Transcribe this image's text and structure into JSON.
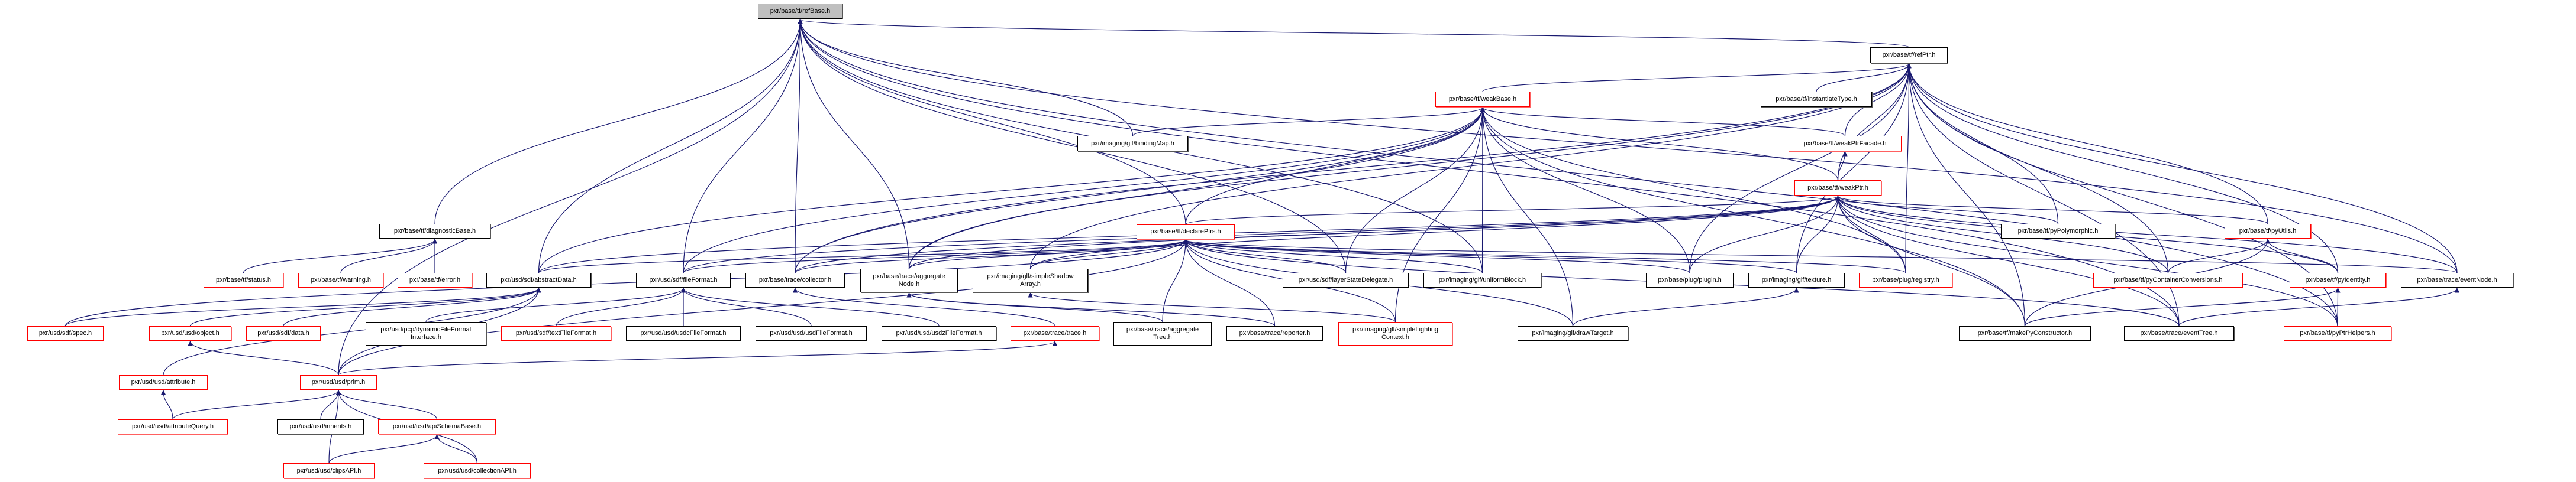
{
  "graph": {
    "root": "refBase",
    "edge_color": "#191970",
    "nodes": {
      "refBase": {
        "label": "pxr/base/tf/refBase.h",
        "style": "root"
      },
      "refPtr": {
        "label": "pxr/base/tf/refPtr.h",
        "style": "black"
      },
      "weakBase": {
        "label": "pxr/base/tf/weakBase.h",
        "style": "red"
      },
      "instantiateType": {
        "label": "pxr/base/tf/instantiateType.h",
        "style": "black"
      },
      "weakPtrFacade": {
        "label": "pxr/base/tf/weakPtrFacade.h",
        "style": "red"
      },
      "weakPtr": {
        "label": "pxr/base/tf/weakPtr.h",
        "style": "red"
      },
      "bindingMap": {
        "label": "pxr/imaging/glf/bindingMap.h",
        "style": "black"
      },
      "declarePtrs": {
        "label": "pxr/base/tf/declarePtrs.h",
        "style": "red"
      },
      "diagnosticBase": {
        "label": "pxr/base/tf/diagnosticBase.h",
        "style": "black"
      },
      "pyPolymorphic": {
        "label": "pxr/base/tf/pyPolymorphic.h",
        "style": "black"
      },
      "pyUtils": {
        "label": "pxr/base/tf/pyUtils.h",
        "style": "red"
      },
      "status": {
        "label": "pxr/base/tf/status.h",
        "style": "red"
      },
      "warning": {
        "label": "pxr/base/tf/warning.h",
        "style": "red"
      },
      "error": {
        "label": "pxr/base/tf/error.h",
        "style": "red"
      },
      "abstractData": {
        "label": "pxr/usd/sdf/abstractData.h",
        "style": "black"
      },
      "fileFormat": {
        "label": "pxr/usd/sdf/fileFormat.h",
        "style": "black"
      },
      "collector": {
        "label": "pxr/base/trace/collector.h",
        "style": "black"
      },
      "aggregateNode": {
        "label": "pxr/base/trace/aggregate\nNode.h",
        "style": "black"
      },
      "simpleShadowArray": {
        "label": "pxr/imaging/glf/simpleShadow\nArray.h",
        "style": "black"
      },
      "layerStateDelegate": {
        "label": "pxr/usd/sdf/layerStateDelegate.h",
        "style": "black"
      },
      "uniformBlock": {
        "label": "pxr/imaging/glf/uniformBlock.h",
        "style": "black"
      },
      "plugin": {
        "label": "pxr/base/plug/plugin.h",
        "style": "black"
      },
      "texture": {
        "label": "pxr/imaging/glf/texture.h",
        "style": "black"
      },
      "registry": {
        "label": "pxr/base/plug/registry.h",
        "style": "red"
      },
      "pyContainerConversions": {
        "label": "pxr/base/tf/pyContainerConversions.h",
        "style": "red"
      },
      "pyIdentity": {
        "label": "pxr/base/tf/pyIdentity.h",
        "style": "red"
      },
      "eventNode": {
        "label": "pxr/base/trace/eventNode.h",
        "style": "black"
      },
      "spec": {
        "label": "pxr/usd/sdf/spec.h",
        "style": "red"
      },
      "object": {
        "label": "pxr/usd/usd/object.h",
        "style": "red"
      },
      "data": {
        "label": "pxr/usd/sdf/data.h",
        "style": "red"
      },
      "dynamicFileFormatInterface": {
        "label": "pxr/usd/pcp/dynamicFileFormat\nInterface.h",
        "style": "black"
      },
      "textFileFormat": {
        "label": "pxr/usd/sdf/textFileFormat.h",
        "style": "red"
      },
      "usdcFileFormat": {
        "label": "pxr/usd/usd/usdcFileFormat.h",
        "style": "black"
      },
      "usdFileFormat": {
        "label": "pxr/usd/usd/usdFileFormat.h",
        "style": "black"
      },
      "usdzFileFormat": {
        "label": "pxr/usd/usd/usdzFileFormat.h",
        "style": "black"
      },
      "trace": {
        "label": "pxr/base/trace/trace.h",
        "style": "red"
      },
      "aggregateTree": {
        "label": "pxr/base/trace/aggregate\nTree.h",
        "style": "black"
      },
      "reporter": {
        "label": "pxr/base/trace/reporter.h",
        "style": "black"
      },
      "simpleLightingContext": {
        "label": "pxr/imaging/glf/simpleLighting\nContext.h",
        "style": "red"
      },
      "drawTarget": {
        "label": "pxr/imaging/glf/drawTarget.h",
        "style": "black"
      },
      "makePyConstructor": {
        "label": "pxr/base/tf/makePyConstructor.h",
        "style": "black"
      },
      "eventTree": {
        "label": "pxr/base/trace/eventTree.h",
        "style": "black"
      },
      "pyPtrHelpers": {
        "label": "pxr/base/tf/pyPtrHelpers.h",
        "style": "red"
      },
      "attribute": {
        "label": "pxr/usd/usd/attribute.h",
        "style": "red"
      },
      "prim": {
        "label": "pxr/usd/usd/prim.h",
        "style": "red"
      },
      "attributeQuery": {
        "label": "pxr/usd/usd/attributeQuery.h",
        "style": "red"
      },
      "inherits": {
        "label": "pxr/usd/usd/inherits.h",
        "style": "black"
      },
      "apiSchemaBase": {
        "label": "pxr/usd/usd/apiSchemaBase.h",
        "style": "red"
      },
      "clipsAPI": {
        "label": "pxr/usd/usd/clipsAPI.h",
        "style": "red"
      },
      "collectionAPI": {
        "label": "pxr/usd/usd/collectionAPI.h",
        "style": "red"
      }
    },
    "edges": [
      [
        "refPtr",
        "refBase"
      ],
      [
        "diagnosticBase",
        "refBase"
      ],
      [
        "abstractData",
        "refBase"
      ],
      [
        "fileFormat",
        "refBase"
      ],
      [
        "collector",
        "refBase"
      ],
      [
        "bindingMap",
        "refBase"
      ],
      [
        "declarePtrs",
        "refBase"
      ],
      [
        "uniformBlock",
        "refBase"
      ],
      [
        "layerStateDelegate",
        "refBase"
      ],
      [
        "prim",
        "refBase"
      ],
      [
        "eventNode",
        "refBase"
      ],
      [
        "eventTree",
        "refBase"
      ],
      [
        "pyPtrHelpers",
        "refBase"
      ],
      [
        "aggregateNode",
        "refBase"
      ],
      [
        "weakBase",
        "refPtr"
      ],
      [
        "instantiateType",
        "refPtr"
      ],
      [
        "weakPtrFacade",
        "refPtr"
      ],
      [
        "weakPtr",
        "refPtr"
      ],
      [
        "pyPolymorphic",
        "refPtr"
      ],
      [
        "pyUtils",
        "refPtr"
      ],
      [
        "pyContainerConversions",
        "refPtr"
      ],
      [
        "pyIdentity",
        "refPtr"
      ],
      [
        "makePyConstructor",
        "refPtr"
      ],
      [
        "eventNode",
        "refPtr"
      ],
      [
        "eventTree",
        "refPtr"
      ],
      [
        "registry",
        "refPtr"
      ],
      [
        "plugin",
        "refPtr"
      ],
      [
        "texture",
        "refPtr"
      ],
      [
        "collector",
        "refPtr"
      ],
      [
        "aggregateNode",
        "refPtr"
      ],
      [
        "simpleShadowArray",
        "refPtr"
      ],
      [
        "pyPtrHelpers",
        "refPtr"
      ],
      [
        "weakPtrFacade",
        "weakBase"
      ],
      [
        "weakPtr",
        "weakBase"
      ],
      [
        "abstractData",
        "weakBase"
      ],
      [
        "fileFormat",
        "weakBase"
      ],
      [
        "collector",
        "weakBase"
      ],
      [
        "aggregateNode",
        "weakBase"
      ],
      [
        "layerStateDelegate",
        "weakBase"
      ],
      [
        "uniformBlock",
        "weakBase"
      ],
      [
        "simpleLightingContext",
        "weakBase"
      ],
      [
        "drawTarget",
        "weakBase"
      ],
      [
        "registry",
        "weakBase"
      ],
      [
        "plugin",
        "weakBase"
      ],
      [
        "bindingMap",
        "weakBase"
      ],
      [
        "declarePtrs",
        "weakBase"
      ],
      [
        "makePyConstructor",
        "weakBase"
      ],
      [
        "weakPtr",
        "weakPtrFacade"
      ],
      [
        "declarePtrs",
        "weakPtr"
      ],
      [
        "pyPolymorphic",
        "weakPtr"
      ],
      [
        "pyUtils",
        "weakPtr"
      ],
      [
        "pyIdentity",
        "weakPtr"
      ],
      [
        "pyContainerConversions",
        "weakPtr"
      ],
      [
        "eventNode",
        "weakPtr"
      ],
      [
        "eventTree",
        "weakPtr"
      ],
      [
        "makePyConstructor",
        "weakPtr"
      ],
      [
        "texture",
        "weakPtr"
      ],
      [
        "plugin",
        "weakPtr"
      ],
      [
        "registry",
        "weakPtr"
      ],
      [
        "abstractData",
        "weakPtr"
      ],
      [
        "fileFormat",
        "weakPtr"
      ],
      [
        "collector",
        "weakPtr"
      ],
      [
        "aggregateNode",
        "weakPtr"
      ],
      [
        "simpleShadowArray",
        "weakPtr"
      ],
      [
        "pyPtrHelpers",
        "weakPtr"
      ],
      [
        "abstractData",
        "declarePtrs"
      ],
      [
        "fileFormat",
        "declarePtrs"
      ],
      [
        "collector",
        "declarePtrs"
      ],
      [
        "aggregateNode",
        "declarePtrs"
      ],
      [
        "simpleShadowArray",
        "declarePtrs"
      ],
      [
        "layerStateDelegate",
        "declarePtrs"
      ],
      [
        "uniformBlock",
        "declarePtrs"
      ],
      [
        "plugin",
        "declarePtrs"
      ],
      [
        "texture",
        "declarePtrs"
      ],
      [
        "registry",
        "declarePtrs"
      ],
      [
        "eventNode",
        "declarePtrs"
      ],
      [
        "aggregateTree",
        "declarePtrs"
      ],
      [
        "reporter",
        "declarePtrs"
      ],
      [
        "simpleLightingContext",
        "declarePtrs"
      ],
      [
        "drawTarget",
        "declarePtrs"
      ],
      [
        "eventTree",
        "declarePtrs"
      ],
      [
        "prim",
        "declarePtrs"
      ],
      [
        "spec",
        "declarePtrs"
      ],
      [
        "status",
        "diagnosticBase"
      ],
      [
        "warning",
        "diagnosticBase"
      ],
      [
        "error",
        "diagnosticBase"
      ],
      [
        "pyContainerConversions",
        "pyUtils"
      ],
      [
        "pyIdentity",
        "pyUtils"
      ],
      [
        "makePyConstructor",
        "pyUtils"
      ],
      [
        "pyPtrHelpers",
        "pyIdentity"
      ],
      [
        "makePyConstructor",
        "pyIdentity"
      ],
      [
        "eventTree",
        "eventNode"
      ],
      [
        "spec",
        "abstractData"
      ],
      [
        "object",
        "abstractData"
      ],
      [
        "data",
        "abstractData"
      ],
      [
        "prim",
        "abstractData"
      ],
      [
        "attribute",
        "abstractData"
      ],
      [
        "dynamicFileFormatInterface",
        "fileFormat"
      ],
      [
        "textFileFormat",
        "fileFormat"
      ],
      [
        "usdcFileFormat",
        "fileFormat"
      ],
      [
        "usdFileFormat",
        "fileFormat"
      ],
      [
        "usdzFileFormat",
        "fileFormat"
      ],
      [
        "trace",
        "collector"
      ],
      [
        "aggregateTree",
        "aggregateNode"
      ],
      [
        "reporter",
        "aggregateNode"
      ],
      [
        "simpleLightingContext",
        "simpleShadowArray"
      ],
      [
        "drawTarget",
        "texture"
      ],
      [
        "prim",
        "trace"
      ],
      [
        "prim",
        "object"
      ],
      [
        "attributeQuery",
        "attribute"
      ],
      [
        "attributeQuery",
        "prim"
      ],
      [
        "inherits",
        "prim"
      ],
      [
        "apiSchemaBase",
        "prim"
      ],
      [
        "clipsAPI",
        "prim"
      ],
      [
        "collectionAPI",
        "prim"
      ],
      [
        "clipsAPI",
        "apiSchemaBase"
      ],
      [
        "collectionAPI",
        "apiSchemaBase"
      ]
    ]
  }
}
